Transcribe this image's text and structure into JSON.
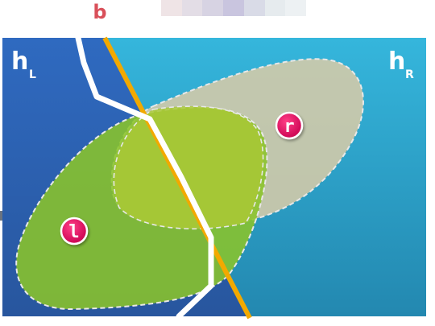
{
  "title_label": "b",
  "left_label": {
    "base": "h",
    "sub": "L"
  },
  "right_label": {
    "base": "h",
    "sub": "R"
  },
  "region_left_marker": "l",
  "region_right_marker": "r",
  "colors": {
    "label_b": "#d9505a",
    "background_left": "#2e66b8",
    "background_right": "#2aa6cc",
    "boundary_line": "#f2a900",
    "true_boundary_line": "#ffffff",
    "region_l_fill": "#86c226",
    "region_r_fill": "#d4c7a6",
    "marker_fill": "#e0115f"
  },
  "redaction_colors": [
    "#efe4e6",
    "#e3dde6",
    "#d7d3e3",
    "#c9c5df",
    "#d9dbe7",
    "#e6ebee",
    "#edf1f3"
  ]
}
